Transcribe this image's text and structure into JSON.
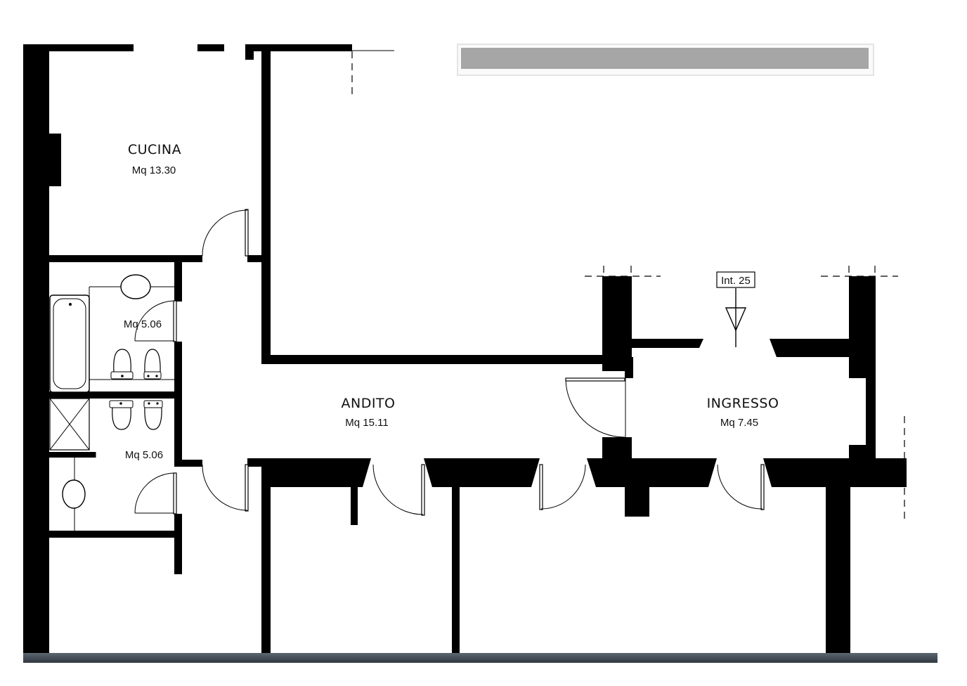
{
  "rooms": {
    "cucina": {
      "name": "CUCINA",
      "area": "Mq 13.30"
    },
    "bagno_1": {
      "area": "Mq 5.06"
    },
    "bagno_2": {
      "area": "Mq 5.06"
    },
    "andito": {
      "name": "ANDITO",
      "area": "Mq 15.11"
    },
    "ingresso": {
      "name": "INGRESSO",
      "area": "Mq 7.45"
    }
  },
  "entrance_tag": "Int. 25",
  "colors": {
    "wall": "#000000",
    "redaction_bar": "#a6a6a6",
    "taskbar": "#3a444c"
  },
  "icons": [
    "entrance-arrow-icon",
    "bathtub-icon",
    "toilet-icon",
    "bidet-icon",
    "washbasin-icon",
    "shower-icon"
  ]
}
